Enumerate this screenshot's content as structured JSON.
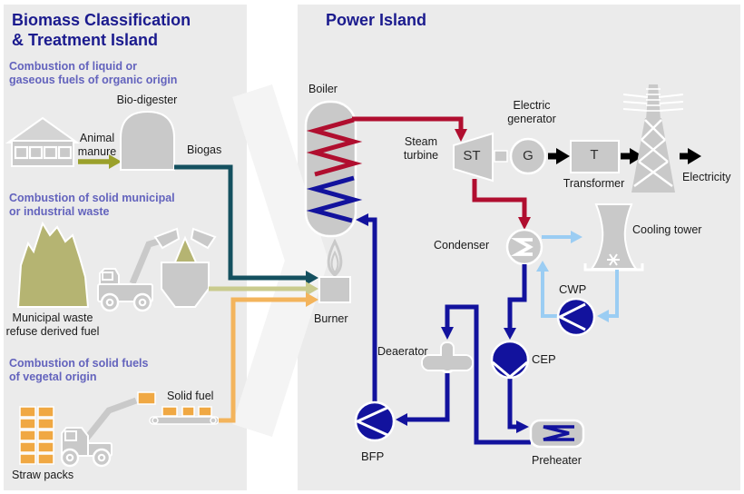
{
  "colors": {
    "navy": "#1b1b8e",
    "purple": "#6363bd",
    "steam": "#b00e2f",
    "water": "#12129d",
    "cooling": "#9bcdf3",
    "biogas": "#14505f",
    "manure": "#9aa02b",
    "wastefuel": "#c9cb8e",
    "solidfuel": "#f3b45c",
    "straw": "#f0a843",
    "pile": "#b5b472",
    "gray": "#c9c9c9",
    "graylight": "#d4d4d4",
    "panel": "#ebebeb",
    "chevron": "#f4f4f4"
  },
  "left_panel": {
    "title": "Biomass Classification\n& Treatment Island",
    "sections": [
      {
        "heading": "Combustion of liquid or\ngaseous fuels of organic origin",
        "source_label": "Animal\nmanure",
        "unit_label": "Bio-digester",
        "output_label": "Biogas"
      },
      {
        "heading": "Combustion of solid municipal\nor industrial waste",
        "source_label": "Municipal waste\nrefuse derived fuel"
      },
      {
        "heading": "Combustion of solid fuels\nof vegetal origin",
        "source_label": "Straw packs",
        "output_label": "Solid fuel"
      }
    ]
  },
  "power_island": {
    "title": "Power Island",
    "components": {
      "boiler": "Boiler",
      "burner": "Burner",
      "steam_turbine": "Steam\nturbine",
      "st_abbr": "ST",
      "electric_generator": "Electric\ngenerator",
      "g_abbr": "G",
      "t_abbr": "T",
      "transformer": "Transformer",
      "electricity": "Electricity",
      "condenser": "Condenser",
      "cooling_tower": "Cooling tower",
      "cwp": "CWP",
      "cep": "CEP",
      "deaerator": "Deaerator",
      "bfp": "BFP",
      "preheater": "Preheater"
    }
  }
}
